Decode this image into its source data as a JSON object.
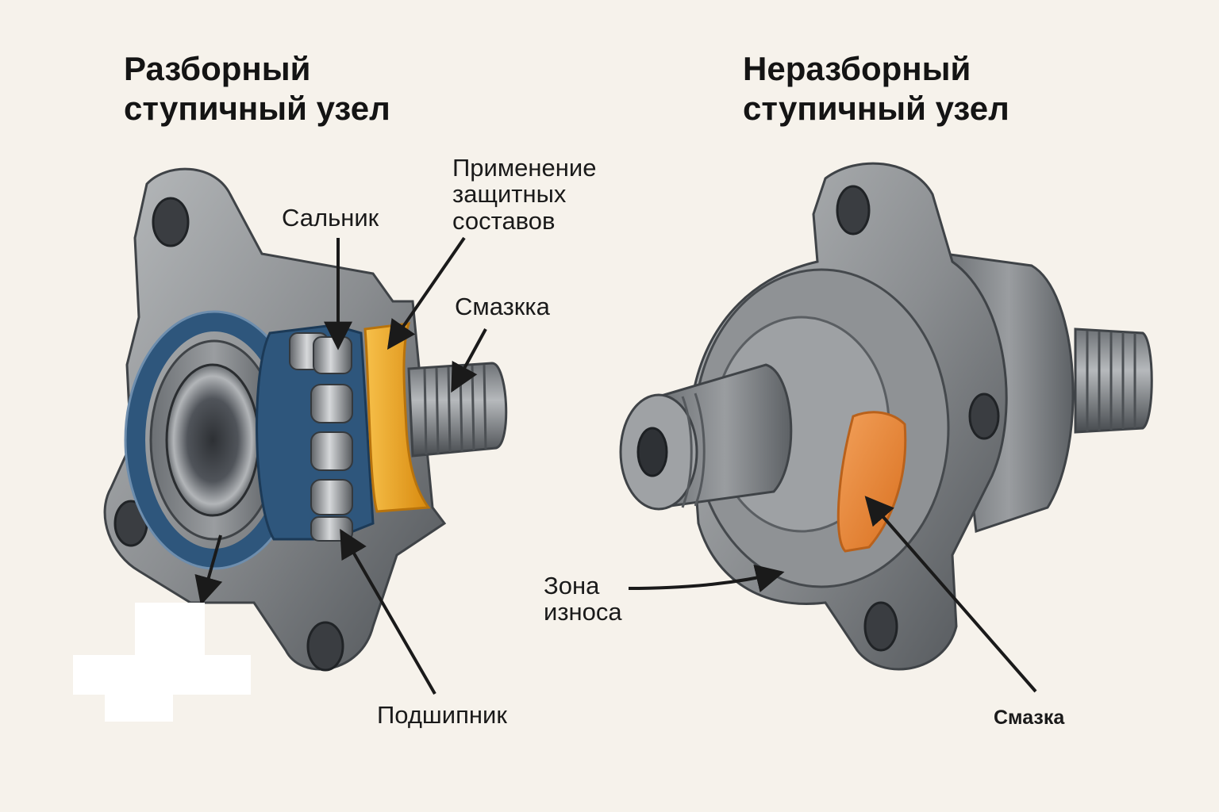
{
  "left_unit": {
    "title_lines": [
      "Разборный",
      "ступичный узел"
    ],
    "labels": {
      "seal": "Сальник",
      "protective": [
        "Применение",
        "защитных",
        "составов"
      ],
      "grease": "Смазкка",
      "bearing": "Подшипник"
    }
  },
  "right_unit": {
    "title_lines": [
      "Неразборный",
      "ступичный узел"
    ],
    "labels": {
      "wear_zone": [
        "Зона",
        "износа"
      ],
      "grease": "Смазка"
    }
  },
  "colors": {
    "background": "#f6f2eb",
    "metal": "#8a8d90",
    "metal_dark": "#55595d",
    "seal_blue": "#2e567c",
    "grease_yellow": "#f2a81f",
    "grease_orange": "#ec8a3c",
    "text": "#1a1a1a"
  },
  "icons": {
    "arrow": "thin-black-arrow"
  }
}
